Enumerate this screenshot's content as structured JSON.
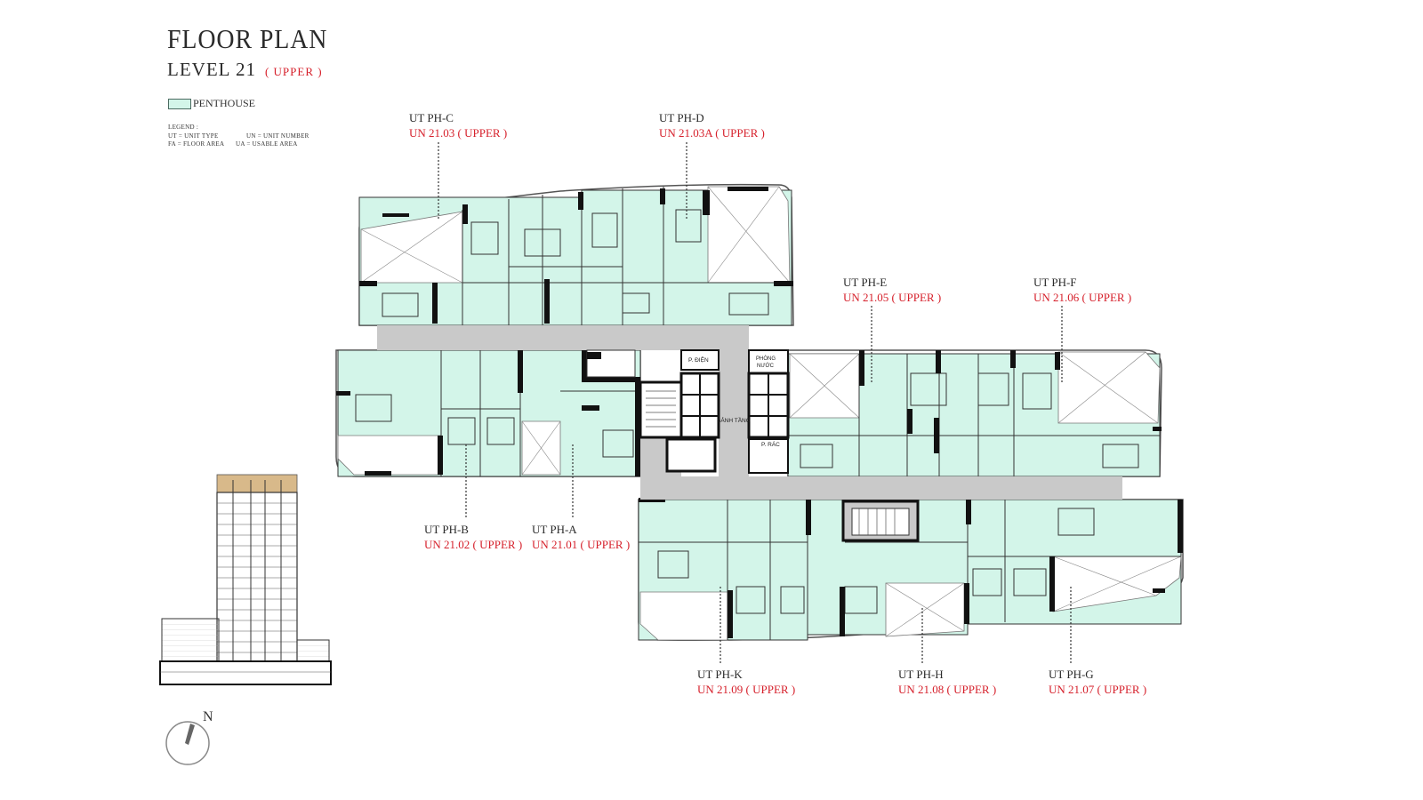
{
  "header": {
    "title": "FLOOR PLAN",
    "level": "LEVEL 21",
    "level_suffix": "( UPPER )"
  },
  "penthouse_legend": {
    "label": "PENTHOUSE",
    "color": "#d3f5e9"
  },
  "legend": {
    "heading": "LEGEND :",
    "ut": "UT = UNIT TYPE",
    "un": "UN = UNIT NUMBER",
    "fa": "FA = FLOOR AREA",
    "ua": "UA = USABLE AREA"
  },
  "units": [
    {
      "type": "UT PH-C",
      "number": "UN 21.03 ( UPPER )"
    },
    {
      "type": "UT PH-D",
      "number": "UN 21.03A ( UPPER )"
    },
    {
      "type": "UT PH-E",
      "number": "UN 21.05 ( UPPER )"
    },
    {
      "type": "UT PH-F",
      "number": "UN 21.06 ( UPPER )"
    },
    {
      "type": "UT PH-B",
      "number": "UN 21.02 ( UPPER )"
    },
    {
      "type": "UT PH-A",
      "number": "UN 21.01 ( UPPER )"
    },
    {
      "type": "UT PH-K",
      "number": "UN 21.09 ( UPPER )"
    },
    {
      "type": "UT PH-H",
      "number": "UN 21.08 ( UPPER )"
    },
    {
      "type": "UT PH-G",
      "number": "UN 21.07 ( UPPER )"
    }
  ],
  "core_rooms": {
    "electric": "P. ĐIỆN",
    "water_1": "PHÒNG",
    "water_2": "NƯỚC",
    "lobby": "SẢNH TẦNG",
    "trash": "P. RÁC"
  },
  "compass": {
    "label": "N"
  },
  "colors": {
    "accent_red": "#d6202b",
    "unit_fill": "#d3f5e9",
    "corridor": "#c9c9c9",
    "wall": "#111111"
  }
}
